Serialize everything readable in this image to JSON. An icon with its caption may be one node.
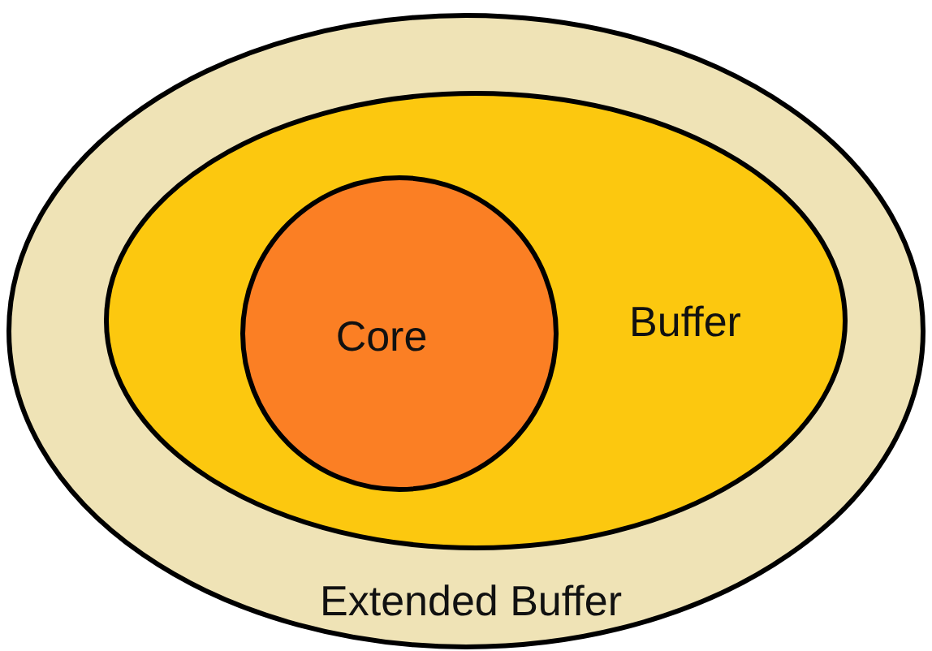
{
  "diagram": {
    "nodes": [
      {
        "text": [
          "Extended Buffer"
        ]
      },
      {
        "text": [
          "Buffer"
        ],
        "in": 0
      },
      {
        "text": [
          "Core"
        ],
        "in": 1
      }
    ]
  }
}
